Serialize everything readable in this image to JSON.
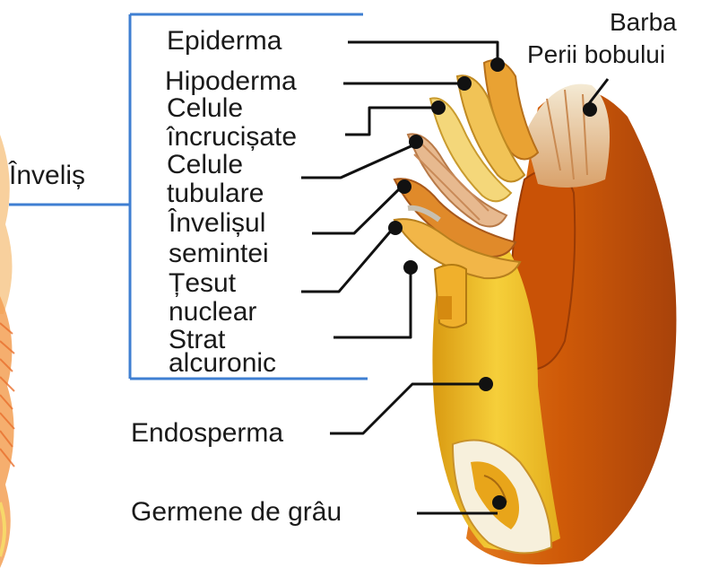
{
  "group_label": "Înveliș",
  "labels": {
    "barba": "Barba",
    "perii": "Perii bobului",
    "epiderma": "Epiderma",
    "hipoderma": "Hipoderma",
    "celule_incrucisate_1": "Celule",
    "celule_incrucisate_2": "încrucișate",
    "celule_tubulare_1": "Celule",
    "celule_tubulare_2": "tubulare",
    "invelisul_1": "Învelișul",
    "invelisul_2": "semintei",
    "tesut_1": "Țesut",
    "tesut_2": "nuclear",
    "strat_1": "Strat",
    "strat_2": "alcuronic",
    "endosperma": "Endosperma",
    "germene": "Germene de grâu"
  },
  "colors": {
    "bracket": "#3f7fd2",
    "leader": "#111111",
    "grain_orange": "#d6630c",
    "endosperm_yellow": "#f2c42a",
    "background_deco": "#f3a055"
  }
}
